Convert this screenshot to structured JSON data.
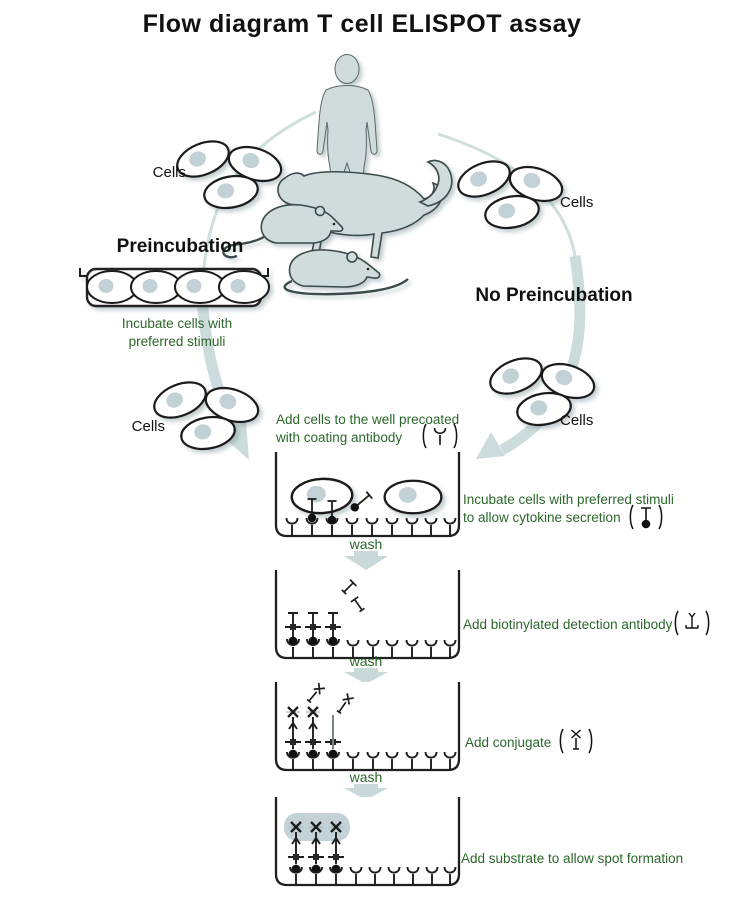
{
  "title": "Flow diagram T cell ELISPOT assay",
  "colors": {
    "green_text": "#2c662c",
    "silhouette_fill": "#cfdcdb",
    "flow_arrow": "#ccdbdb",
    "cell_nucleus": "#c2d1d6",
    "spot_highlight": "#c3d2d7",
    "ink": "#1d1d1d"
  },
  "organism_icons": [
    "human",
    "monkey",
    "rat",
    "mouse"
  ],
  "left_branch": {
    "cells_top_label": "Cells",
    "heading": "Preincubation",
    "caption_line1": "Incubate cells with",
    "caption_line2": "preferred stimuli",
    "cells_bottom_label": "Cells"
  },
  "right_branch": {
    "cells_top_label": "Cells",
    "heading": "No Preincubation",
    "cells_bottom_label": "Cells"
  },
  "wash_label": "wash",
  "steps": {
    "add_cells": {
      "line1": "Add cells to the well precoated",
      "line2": "with coating antibody",
      "icon": "coating-antibody"
    },
    "incubate": {
      "line1": "Incubate cells with preferred stimuli",
      "line2": "to allow cytokine secretion",
      "icon": "secreted-cytokine"
    },
    "detection": {
      "line1": "Add biotinylated detection antibody",
      "icon": "biotinylated-detection-antibody"
    },
    "conjugate": {
      "line1": "Add conjugate",
      "icon": "conjugate"
    },
    "substrate": {
      "line1": "Add substrate to allow spot formation"
    }
  }
}
